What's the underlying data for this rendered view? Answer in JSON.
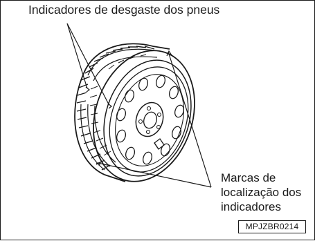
{
  "diagram": {
    "title_callout": "Indicadores de desgaste dos pneus",
    "location_callout": {
      "lines": [
        "Marcas de",
        "localização dos",
        "indicadores"
      ]
    },
    "figure_code": "MPJZBR0214"
  }
}
